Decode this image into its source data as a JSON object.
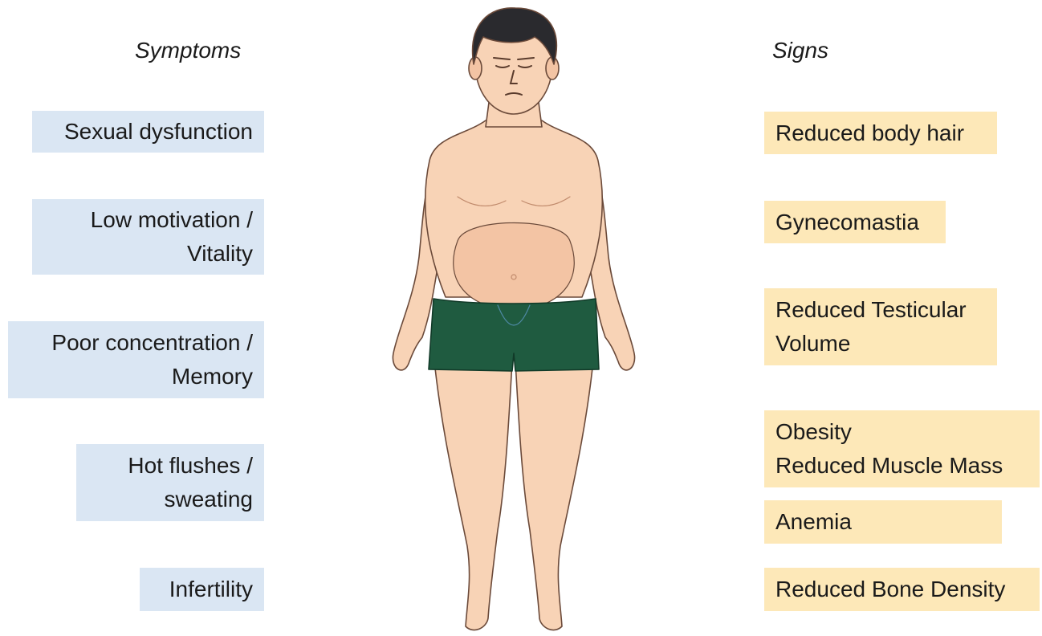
{
  "symptoms": {
    "heading": "Symptoms",
    "items": [
      {
        "lines": [
          "Sexual dysfunction"
        ]
      },
      {
        "lines": [
          "Low motivation /",
          "Vitality"
        ]
      },
      {
        "lines": [
          "Poor concentration /",
          "Memory"
        ]
      },
      {
        "lines": [
          "Hot flushes /",
          "sweating"
        ]
      },
      {
        "lines": [
          "Infertility"
        ]
      }
    ]
  },
  "signs": {
    "heading": "Signs",
    "items": [
      {
        "lines": [
          "Reduced body hair"
        ]
      },
      {
        "lines": [
          "Gynecomastia"
        ]
      },
      {
        "lines": [
          "Reduced Testicular",
          "Volume"
        ]
      },
      {
        "lines": [
          "Obesity",
          "Reduced Muscle Mass"
        ]
      },
      {
        "lines": [
          "Anemia"
        ]
      },
      {
        "lines": [
          "Reduced Bone Density"
        ]
      }
    ]
  },
  "colors": {
    "symptom_box": "#dae6f3",
    "sign_box": "#fde8b8",
    "skin": "#f8d3b6",
    "underwear": "#1f5b40",
    "hair": "#2a2a2e"
  }
}
